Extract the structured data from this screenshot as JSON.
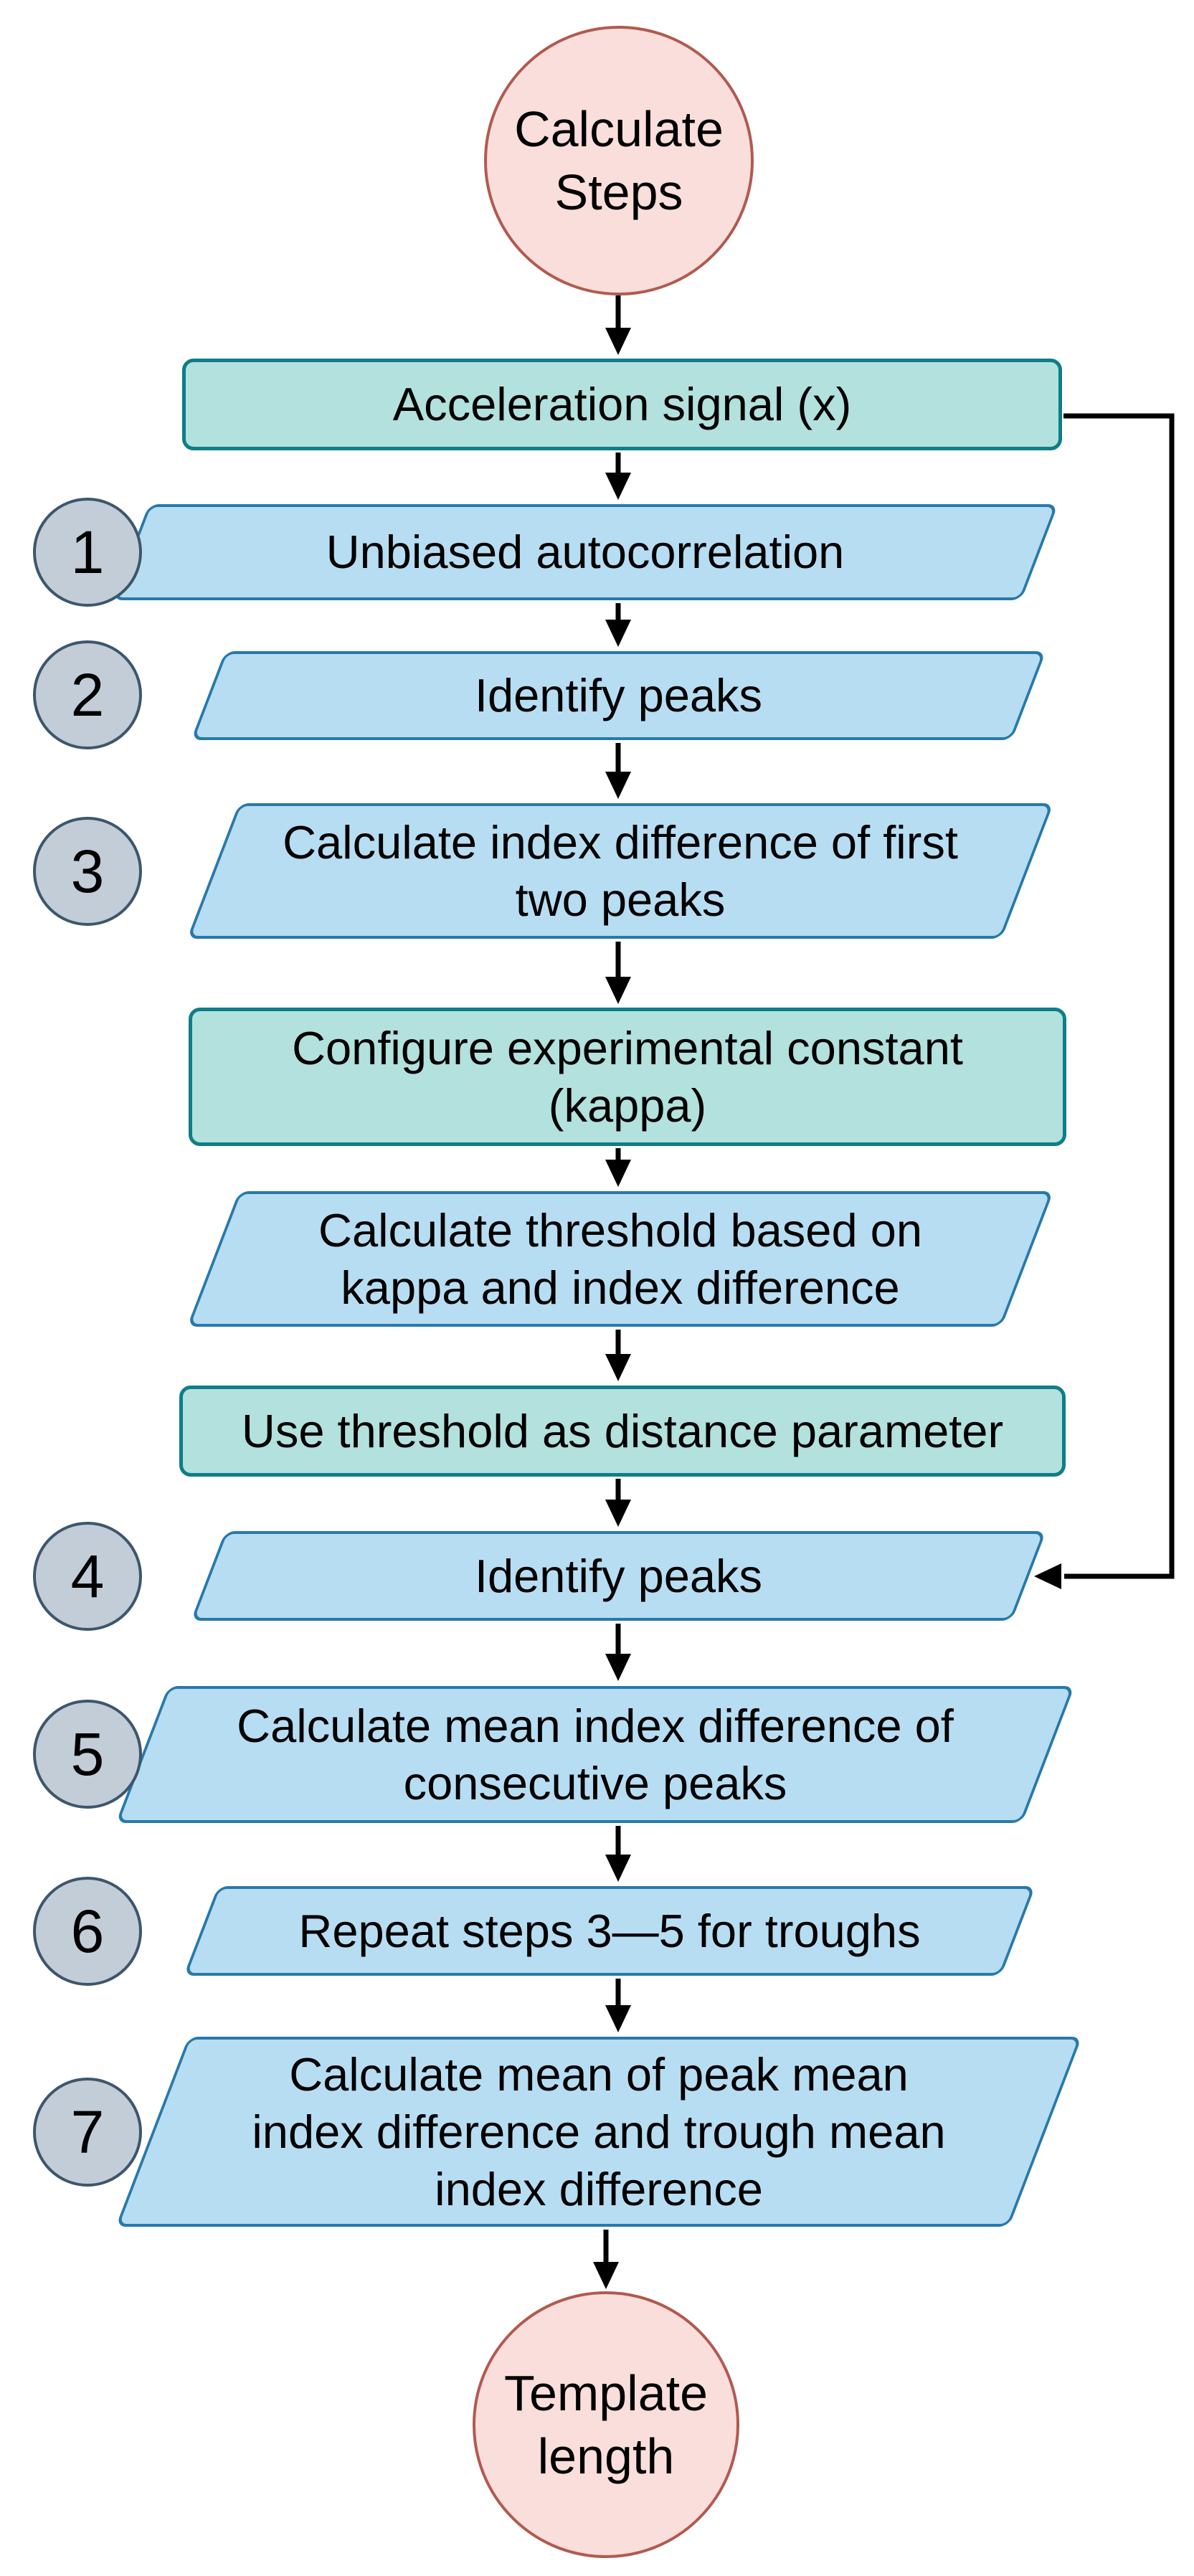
{
  "flowchart": {
    "terminals": {
      "start": {
        "lines": [
          "Calculate",
          "Steps"
        ]
      },
      "end": {
        "lines": [
          "Template",
          "length"
        ]
      }
    },
    "nodes": [
      {
        "id": "acceleration-signal",
        "type": "process",
        "lines": [
          "Acceleration signal (x)"
        ]
      },
      {
        "id": "unbiased-autocorrelation",
        "type": "io",
        "step": "1",
        "lines": [
          "Unbiased autocorrelation"
        ]
      },
      {
        "id": "identify-peaks-first",
        "type": "io",
        "step": "2",
        "lines": [
          "Identify peaks"
        ]
      },
      {
        "id": "index-difference-first-two",
        "type": "io",
        "step": "3",
        "lines": [
          "Calculate index difference of first",
          "two peaks"
        ]
      },
      {
        "id": "configure-kappa",
        "type": "process",
        "lines": [
          "Configure experimental constant",
          "(kappa)"
        ]
      },
      {
        "id": "calculate-threshold",
        "type": "io",
        "lines": [
          "Calculate threshold based on",
          "kappa and index difference"
        ]
      },
      {
        "id": "use-threshold",
        "type": "process",
        "lines": [
          "Use threshold as distance parameter"
        ]
      },
      {
        "id": "identify-peaks-second",
        "type": "io",
        "step": "4",
        "lines": [
          "Identify peaks"
        ]
      },
      {
        "id": "mean-index-difference-peaks",
        "type": "io",
        "step": "5",
        "lines": [
          "Calculate mean index difference of",
          "consecutive peaks"
        ]
      },
      {
        "id": "repeat-for-troughs",
        "type": "io",
        "step": "6",
        "lines": [
          "Repeat steps 3—5 for troughs"
        ]
      },
      {
        "id": "mean-of-peak-and-trough-means",
        "type": "io",
        "step": "7",
        "lines": [
          "Calculate mean of peak mean",
          "index difference and trough mean",
          "index difference"
        ]
      }
    ],
    "edges": [
      {
        "from": "start",
        "to": "acceleration-signal"
      },
      {
        "from": "acceleration-signal",
        "to": "unbiased-autocorrelation"
      },
      {
        "from": "unbiased-autocorrelation",
        "to": "identify-peaks-first"
      },
      {
        "from": "identify-peaks-first",
        "to": "index-difference-first-two"
      },
      {
        "from": "index-difference-first-two",
        "to": "configure-kappa"
      },
      {
        "from": "configure-kappa",
        "to": "calculate-threshold"
      },
      {
        "from": "calculate-threshold",
        "to": "use-threshold"
      },
      {
        "from": "use-threshold",
        "to": "identify-peaks-second"
      },
      {
        "from": "acceleration-signal",
        "to": "identify-peaks-second",
        "route": "right-side-feedback"
      },
      {
        "from": "identify-peaks-second",
        "to": "mean-index-difference-peaks"
      },
      {
        "from": "mean-index-difference-peaks",
        "to": "repeat-for-troughs"
      },
      {
        "from": "repeat-for-troughs",
        "to": "mean-of-peak-and-trough-means"
      },
      {
        "from": "mean-of-peak-and-trough-means",
        "to": "end"
      }
    ],
    "colors": {
      "terminal_fill": "#f9dedb",
      "terminal_border": "#b15a50",
      "process_fill": "#b3e1dd",
      "process_border": "#0e7e88",
      "io_fill": "#b7ddf2",
      "io_border": "#2779ab",
      "badge_fill": "#c3cdd7",
      "badge_border": "#3e566c",
      "arrow": "#000000"
    }
  }
}
